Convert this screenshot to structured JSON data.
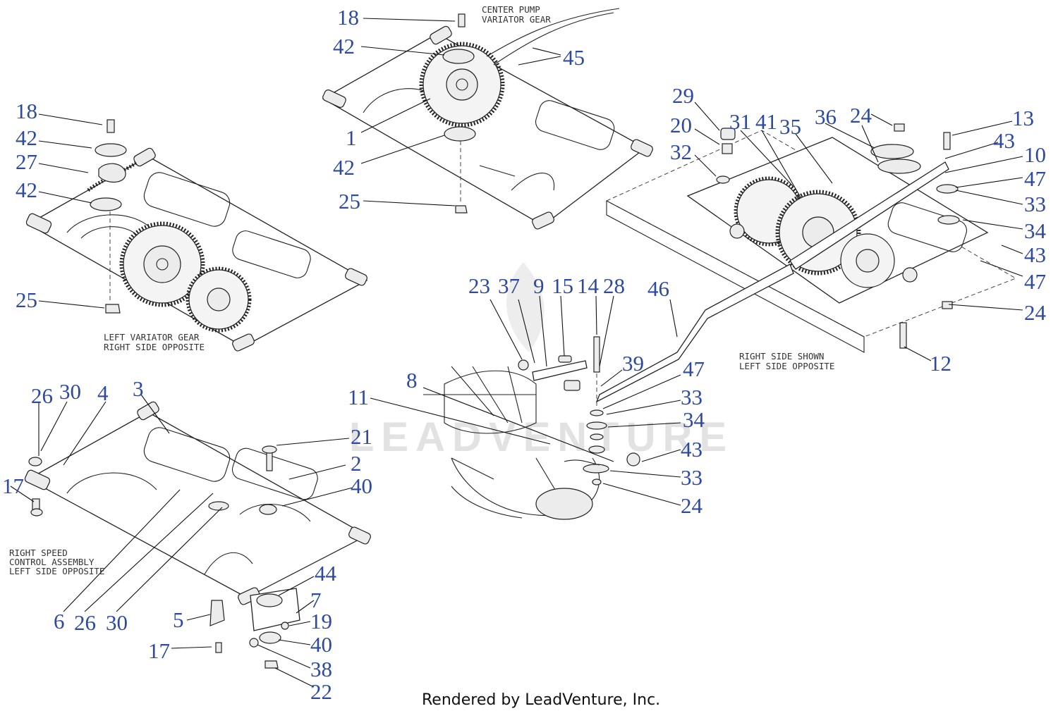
{
  "captions": {
    "center_line1": "CENTER PUMP",
    "center_line2": "VARIATOR GEAR",
    "left_line1": "LEFT VARIATOR GEAR",
    "left_line2": "RIGHT SIDE OPPOSITE",
    "rsc_line1": "RIGHT SPEED",
    "rsc_line2": "CONTROL ASSEMBLY",
    "rsc_line3": "LEFT SIDE OPPOSITE",
    "right_line1": "RIGHT SIDE SHOWN",
    "right_line2": "LEFT SIDE OPPOSITE"
  },
  "watermark": "LEADVENTURE",
  "footer": "Rendered by LeadVenture, Inc.",
  "callouts": [
    "18",
    "42",
    "45",
    "1",
    "42",
    "25",
    "18",
    "42",
    "27",
    "42",
    "25",
    "29",
    "20",
    "32",
    "31",
    "41",
    "35",
    "36",
    "24",
    "13",
    "43",
    "10",
    "47",
    "33",
    "34",
    "43",
    "47",
    "24",
    "12",
    "23",
    "37",
    "9",
    "15",
    "14",
    "28",
    "46",
    "39",
    "47",
    "33",
    "34",
    "43",
    "33",
    "24",
    "11",
    "8",
    "26",
    "30",
    "4",
    "3",
    "21",
    "2",
    "40",
    "17",
    "6",
    "26",
    "30",
    "44",
    "7",
    "19",
    "5",
    "40",
    "17",
    "38",
    "22"
  ]
}
